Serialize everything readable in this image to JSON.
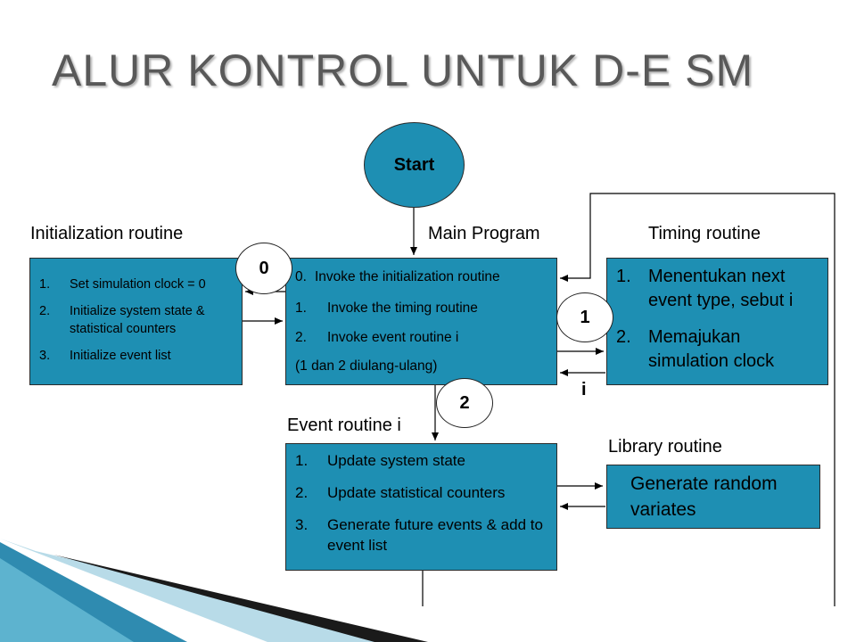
{
  "title": "ALUR KONTROL UNTUK D-E SM",
  "labels": {
    "init": "Initialization  routine",
    "main": "Main Program",
    "timing": "Timing routine",
    "event": "Event routine i",
    "library": "Library routine"
  },
  "start": "Start",
  "circles": {
    "c0": "0",
    "c1": "1",
    "c2": "2"
  },
  "i_label": "i",
  "init_box": {
    "items": [
      {
        "n": "1.",
        "t": "Set simulation clock = 0"
      },
      {
        "n": "2.",
        "t": "Initialize system state & statistical counters"
      },
      {
        "n": "3.",
        "t": "Initialize event list"
      }
    ]
  },
  "main_box": {
    "first": {
      "n": "0.",
      "t": "Invoke the initialization routine"
    },
    "items": [
      {
        "n": "1.",
        "t": "Invoke the timing routine"
      },
      {
        "n": "2.",
        "t": "Invoke event routine i"
      }
    ],
    "note": "(1 dan 2 diulang-ulang)"
  },
  "timing_box": {
    "items": [
      {
        "n": "1.",
        "t": "Menentukan next event type, sebut i"
      },
      {
        "n": "2.",
        "t": "Memajukan simulation clock"
      }
    ]
  },
  "event_box": {
    "items": [
      {
        "n": "1.",
        "t": "Update system state"
      },
      {
        "n": "2.",
        "t": "Update statistical counters"
      },
      {
        "n": "3.",
        "t": "Generate future events & add to event list"
      }
    ]
  },
  "library_box": {
    "text": "Generate random variates"
  },
  "colors": {
    "box": "#1e8fb3",
    "title": "#595959"
  }
}
